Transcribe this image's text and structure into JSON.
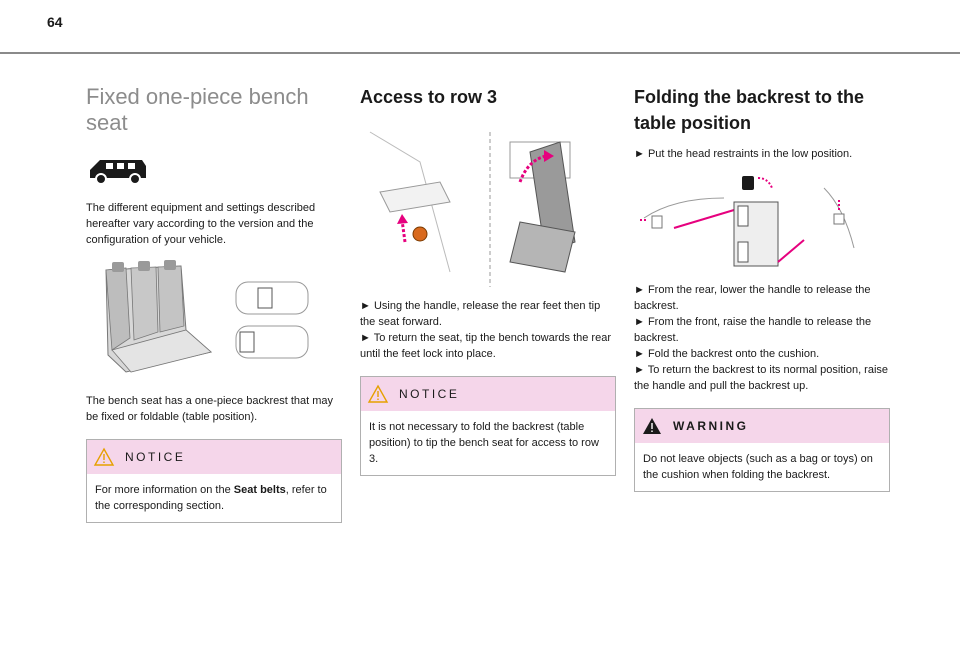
{
  "page": {
    "number": "64"
  },
  "col1": {
    "title": "Fixed one-piece bench seat",
    "intro": "The different equipment and settings described hereafter vary according to the version and the configuration of your vehicle.",
    "para2": "The bench seat has a one-piece backrest that may be fixed or foldable (table position).",
    "notice": {
      "label": "NOTICE",
      "text_before": "For more information on the ",
      "text_bold": "Seat belts",
      "text_after": ", refer to the corresponding section."
    }
  },
  "col2": {
    "title": "Access to row 3",
    "bullets": [
      "► Using the handle, release the rear feet then tip the seat forward.",
      "► To return the seat, tip the bench towards the rear until the feet lock into place."
    ],
    "notice": {
      "label": "NOTICE",
      "text": "It is not necessary to fold the backrest (table position) to tip the bench seat for access to row 3."
    }
  },
  "col3": {
    "title": "Folding the backrest to the table position",
    "bullet1": "► Put the head restraints in the low position.",
    "bullets": [
      "► From the rear, lower the handle to release the backrest.",
      "► From the front, raise the handle to release the backrest.",
      "► Fold the backrest onto the cushion.",
      "► To return the backrest to its normal position, raise the handle and pull the backrest up."
    ],
    "warning": {
      "label": "WARNING",
      "text": "Do not leave objects (such as a bag or toys) on the cushion when folding the backrest."
    }
  },
  "colors": {
    "accent": "#e6007e",
    "notice_bg": "#f5d6ea",
    "rule": "#8a8a8a"
  }
}
